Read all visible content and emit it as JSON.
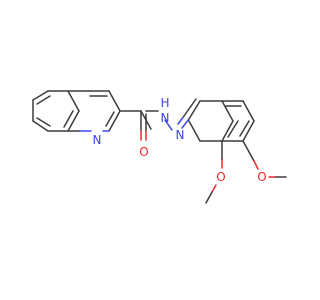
{
  "atoms": {
    "n_quinoline": {
      "label": "N",
      "color": "#3c46ec"
    },
    "o_carbonyl": {
      "label": "O",
      "color": "#ee2a2a"
    },
    "nh_hydrazide": {
      "label": "H",
      "color": "#3c46ec"
    },
    "nh_n": {
      "label": "N",
      "color": "#3c46ec"
    },
    "n_imine": {
      "label": "N",
      "color": "#3c46ec"
    },
    "o_methoxy_2": {
      "label": "O",
      "color": "#ee2a2a"
    },
    "o_methoxy_3": {
      "label": "O",
      "color": "#ee2a2a"
    }
  },
  "colors": {
    "bond": "#3c3c3c",
    "nitrogen": "#3c46ec",
    "oxygen": "#ee2a2a",
    "background": "#ffffff"
  }
}
